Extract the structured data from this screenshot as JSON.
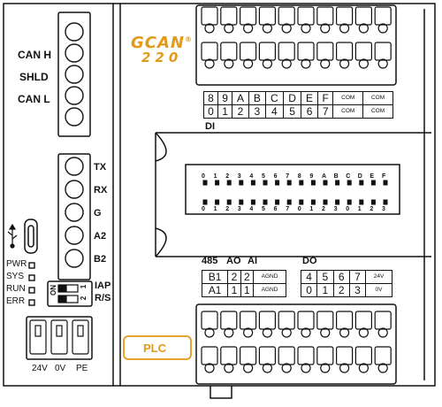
{
  "brand": {
    "logo": "GCAN",
    "registered": "®",
    "model": "220",
    "plc_label": "PLC"
  },
  "colors": {
    "brand_orange": "#e39a1a",
    "outline": "#111111"
  },
  "can_port": {
    "labels": [
      "CAN H",
      "SHLD",
      "CAN L"
    ]
  },
  "serial_port": {
    "labels": [
      "TX",
      "RX",
      "G",
      "A2",
      "B2"
    ]
  },
  "usb": {
    "icon": "usb-icon",
    "port": "usb-c-port-icon"
  },
  "leds": {
    "labels": [
      "PWR",
      "SYS",
      "RUN",
      "ERR"
    ]
  },
  "dip_switch": {
    "on_label": "ON",
    "numbers": [
      "1",
      "2"
    ],
    "labels": [
      "IAP",
      "R/S"
    ]
  },
  "power": {
    "labels": [
      "24V",
      "0V",
      "PE"
    ]
  },
  "di": {
    "title": "DI",
    "top_row": [
      "8",
      "9",
      "A",
      "B",
      "C",
      "D",
      "E",
      "F",
      "COM",
      "COM"
    ],
    "bottom_row": [
      "0",
      "1",
      "2",
      "3",
      "4",
      "5",
      "6",
      "7",
      "COM",
      "COM"
    ]
  },
  "indicators": {
    "top_row": [
      "0",
      "1",
      "2",
      "3",
      "4",
      "5",
      "6",
      "7",
      "8",
      "9",
      "A",
      "B",
      "C",
      "D",
      "E",
      "F"
    ],
    "bottom_row": [
      "0",
      "1",
      "2",
      "3",
      "4",
      "5",
      "6",
      "7",
      "0",
      "1",
      "2",
      "3",
      "0",
      "1",
      "2",
      "3"
    ]
  },
  "io": {
    "header_485": "485",
    "header_ao": "AO",
    "header_ai": "AI",
    "header_do": "DO",
    "left_top": [
      "B1",
      "2",
      "2",
      "AGND"
    ],
    "left_bottom": [
      "A1",
      "1",
      "1",
      "AGND"
    ],
    "do_top": [
      "4",
      "5",
      "6",
      "7",
      "24V"
    ],
    "do_bottom": [
      "0",
      "1",
      "2",
      "3",
      "0V"
    ]
  }
}
